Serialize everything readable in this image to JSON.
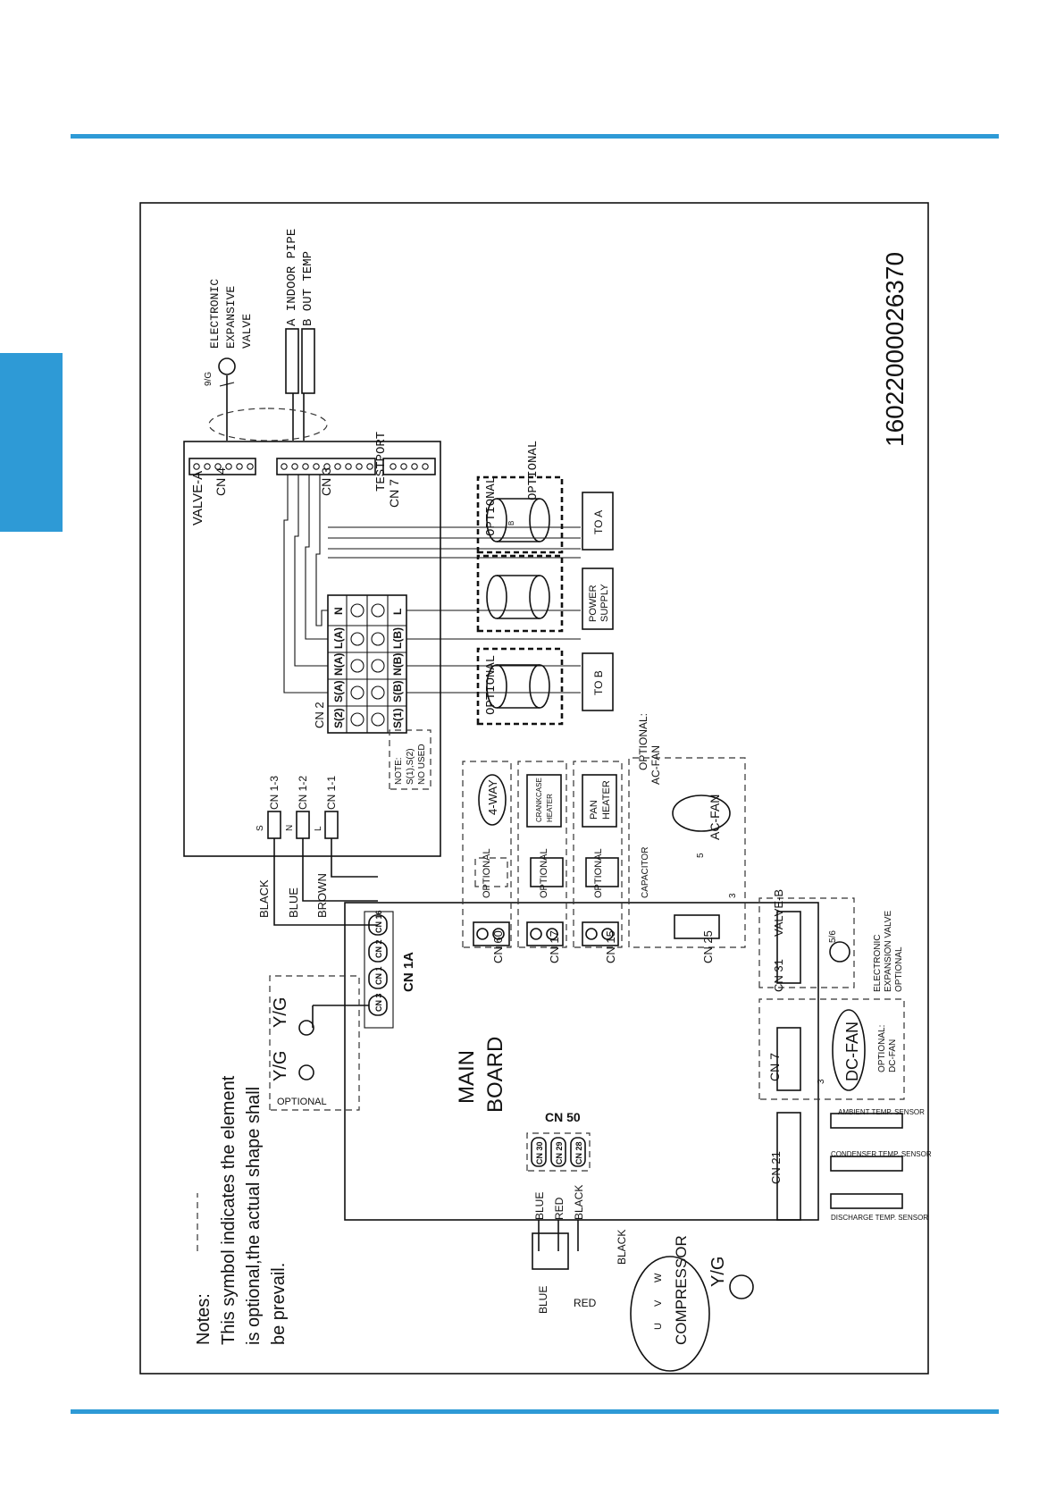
{
  "page": {
    "accent_color": "#2e9ad6",
    "side_tab_color": "#2e9ad6"
  },
  "diagram": {
    "part_number": "16022000026370",
    "main_board": [
      "MAIN",
      "BOARD"
    ],
    "electronic_expansive_valve": [
      "ELECTRONIC",
      "EXPANSIVE",
      "VALVE"
    ],
    "indoor_pipe_out_temp": [
      "A INDOOR PIPE",
      "B OUT TEMP"
    ],
    "wire_label_9g": "9/G",
    "valve_a": "VALVE-A",
    "cn4": "CN 4",
    "cn3": "CN 3",
    "testport": "TESTPORT",
    "cn7_top": "CN 7",
    "optional": "OPTIONAL",
    "to_a": "TO A",
    "power_supply": [
      "POWER",
      "SUPPLY"
    ],
    "to_b": "TO B",
    "b_letter": "B",
    "terminal": {
      "cn2": "CN 2",
      "top_row": [
        "S(2)",
        "S(A)",
        "N(A)",
        "L(A)",
        "N"
      ],
      "bottom_row": [
        "S(1)",
        "S(B)",
        "N(B)",
        "L(B)",
        "L"
      ]
    },
    "note_no_used": [
      "NOTE:",
      "S(1),S(2)",
      "NO USED"
    ],
    "cn1_connectors": [
      "CN 1-3",
      "CN 1-2",
      "CN 1-1"
    ],
    "cn1_pins": [
      "S",
      "N",
      "L"
    ],
    "wire_colors_cn1": [
      "BLACK",
      "BLUE",
      "BROWN"
    ],
    "cn1a_pins": [
      "CN 16",
      "CN 2",
      "CN 1",
      "CN 3"
    ],
    "cn1a": "CN 1A",
    "yg": "Y/G",
    "optional_small": "OPTIONAL",
    "optional_colon": "OPTIONAL:",
    "four_way": "4-WAY",
    "crankcase_heater": [
      "CRANKCASE",
      "HEATER"
    ],
    "pan_heater": [
      "PAN",
      "HEATER"
    ],
    "ac_fan_opt": "AC-FAN",
    "ac_fan": "AC-FAN",
    "capacitor": "CAPACITOR",
    "num_5": "5",
    "num_3": "3",
    "num_56": "5/6",
    "cn60": "CN 60",
    "cn17": "CN 17",
    "cn15": "CN 15",
    "cn25": "CN 25",
    "cn31": "CN 31",
    "valve_b": "VALVE-B",
    "electronic_expansion_valve_opt": [
      "ELECTRONIC",
      "EXPANSION VALVE",
      "OPTIONAL"
    ],
    "cn7_bottom": "CN 7",
    "dc_fan": "DC-FAN",
    "optional_dc_fan": [
      "OPTIONAL:",
      "DC-FAN"
    ],
    "cn21": "CN 21",
    "ambient_sensor": "AMBIENT TEMP. SENSOR",
    "condenser_sensor": "CONDENSER TEMP. SENSOR",
    "discharge_sensor": "DISCHARGE TEMP. SENSOR",
    "cn50": "CN 50",
    "cn50_pins": [
      "CN 30",
      "CN 29",
      "CN 28"
    ],
    "comp_wire_colors": [
      "BLUE",
      "RED",
      "BLACK"
    ],
    "comp_wire_black": "BLACK",
    "comp_wire_red": "RED",
    "comp_wire_blue": "BLUE",
    "compressor": "COMPRESSOR",
    "uvw": [
      "U",
      "V",
      "W"
    ],
    "notes_title": "Notes:",
    "notes_lines": [
      "This symbol indicates the element",
      "is  optional,the actual shape shall",
      "be prevail."
    ]
  }
}
